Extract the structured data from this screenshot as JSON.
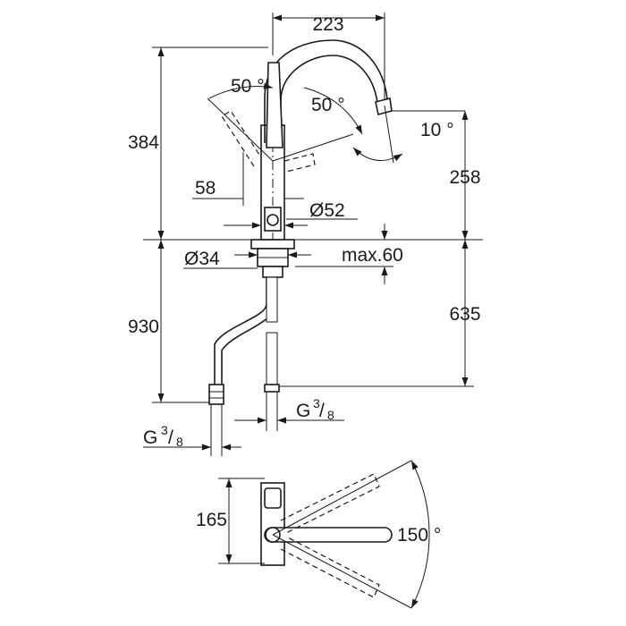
{
  "dimensions": {
    "spout_reach": "223",
    "total_height": "384",
    "spout_height": "258",
    "lever_angle_left": "50 °",
    "lever_angle_right": "50 °",
    "spout_tilt_angle": "10 °",
    "lever_offset": "58",
    "body_diameter": "Ø52",
    "hole_diameter": "Ø34",
    "max_deck_thickness": "max.60",
    "hose_length": "930",
    "flex_length": "635",
    "thread_right": "G",
    "thread_left": "G",
    "thread_fraction_num": "3",
    "thread_fraction_den": "8",
    "top_view_depth": "165",
    "swivel_angle": "150 °"
  }
}
